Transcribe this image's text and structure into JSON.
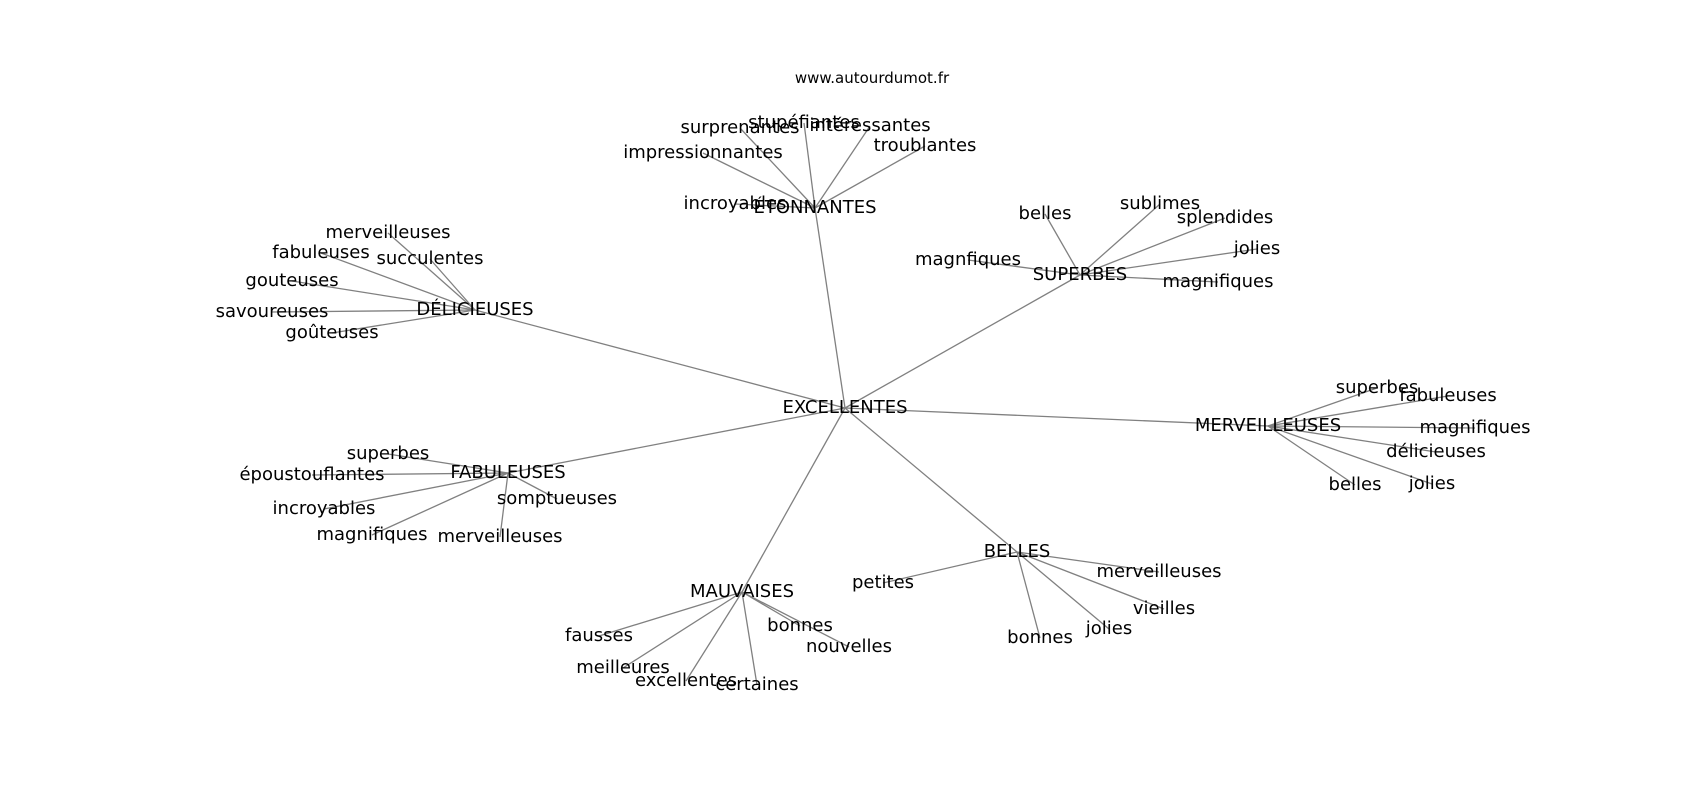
{
  "source_label": "www.autourdumot.fr",
  "graph": {
    "root": "EXCELLENTES",
    "branches": [
      {
        "id": "etonnantes",
        "label": "ÉTONNANTES",
        "children": [
          {
            "id": "etonnantes-incroyables",
            "label": "incroyables"
          },
          {
            "id": "etonnantes-impressionnantes",
            "label": "impressionnantes"
          },
          {
            "id": "etonnantes-surprenantes",
            "label": "surprenantes"
          },
          {
            "id": "etonnantes-stupefiantes",
            "label": "stupéfiantes"
          },
          {
            "id": "etonnantes-interessantes",
            "label": "intéressantes"
          },
          {
            "id": "etonnantes-troublantes",
            "label": "troublantes"
          }
        ]
      },
      {
        "id": "superbes",
        "label": "SUPERBES",
        "children": [
          {
            "id": "superbes-belles",
            "label": "belles"
          },
          {
            "id": "superbes-sublimes",
            "label": "sublimes"
          },
          {
            "id": "superbes-splendides",
            "label": "splendides"
          },
          {
            "id": "superbes-jolies",
            "label": "jolies"
          },
          {
            "id": "superbes-magnifiques",
            "label": "magnifiques"
          },
          {
            "id": "superbes-magnfiques",
            "label": "magnfiques"
          }
        ]
      },
      {
        "id": "delicieuses",
        "label": "DÉLICIEUSES",
        "children": [
          {
            "id": "delicieuses-merveilleuses",
            "label": "merveilleuses"
          },
          {
            "id": "delicieuses-fabuleuses",
            "label": "fabuleuses"
          },
          {
            "id": "delicieuses-succulentes",
            "label": "succulentes"
          },
          {
            "id": "delicieuses-gouteuses",
            "label": "gouteuses"
          },
          {
            "id": "delicieuses-savoureuses",
            "label": "savoureuses"
          },
          {
            "id": "delicieuses-gouteuses-accent",
            "label": "goûteuses"
          }
        ]
      },
      {
        "id": "merveilleuses",
        "label": "MERVEILLEUSES",
        "children": [
          {
            "id": "merveilleuses-superbes",
            "label": "superbes"
          },
          {
            "id": "merveilleuses-fabuleuses",
            "label": "fabuleuses"
          },
          {
            "id": "merveilleuses-magnifiques",
            "label": "magnifiques"
          },
          {
            "id": "merveilleuses-delicieuses",
            "label": "délicieuses"
          },
          {
            "id": "merveilleuses-jolies",
            "label": "jolies"
          },
          {
            "id": "merveilleuses-belles",
            "label": "belles"
          }
        ]
      },
      {
        "id": "fabuleuses",
        "label": "FABULEUSES",
        "children": [
          {
            "id": "fabuleuses-superbes",
            "label": "superbes"
          },
          {
            "id": "fabuleuses-epoustouflantes",
            "label": "époustouflantes"
          },
          {
            "id": "fabuleuses-incroyables",
            "label": "incroyables"
          },
          {
            "id": "fabuleuses-magnifiques",
            "label": "magnifiques"
          },
          {
            "id": "fabuleuses-merveilleuses",
            "label": "merveilleuses"
          },
          {
            "id": "fabuleuses-somptueuses",
            "label": "somptueuses"
          }
        ]
      },
      {
        "id": "belles",
        "label": "BELLES",
        "children": [
          {
            "id": "belles-petites",
            "label": "petites"
          },
          {
            "id": "belles-bonnes",
            "label": "bonnes"
          },
          {
            "id": "belles-jolies",
            "label": "jolies"
          },
          {
            "id": "belles-vieilles",
            "label": "vieilles"
          },
          {
            "id": "belles-merveilleuses",
            "label": "merveilleuses"
          }
        ]
      },
      {
        "id": "mauvaises",
        "label": "MAUVAISES",
        "children": [
          {
            "id": "mauvaises-fausses",
            "label": "fausses"
          },
          {
            "id": "mauvaises-meilleures",
            "label": "meilleures"
          },
          {
            "id": "mauvaises-excellentes",
            "label": "excellentes"
          },
          {
            "id": "mauvaises-certaines",
            "label": "certaines"
          },
          {
            "id": "mauvaises-nouvelles",
            "label": "nouvelles"
          },
          {
            "id": "mauvaises-bonnes",
            "label": "bonnes"
          }
        ]
      }
    ]
  }
}
